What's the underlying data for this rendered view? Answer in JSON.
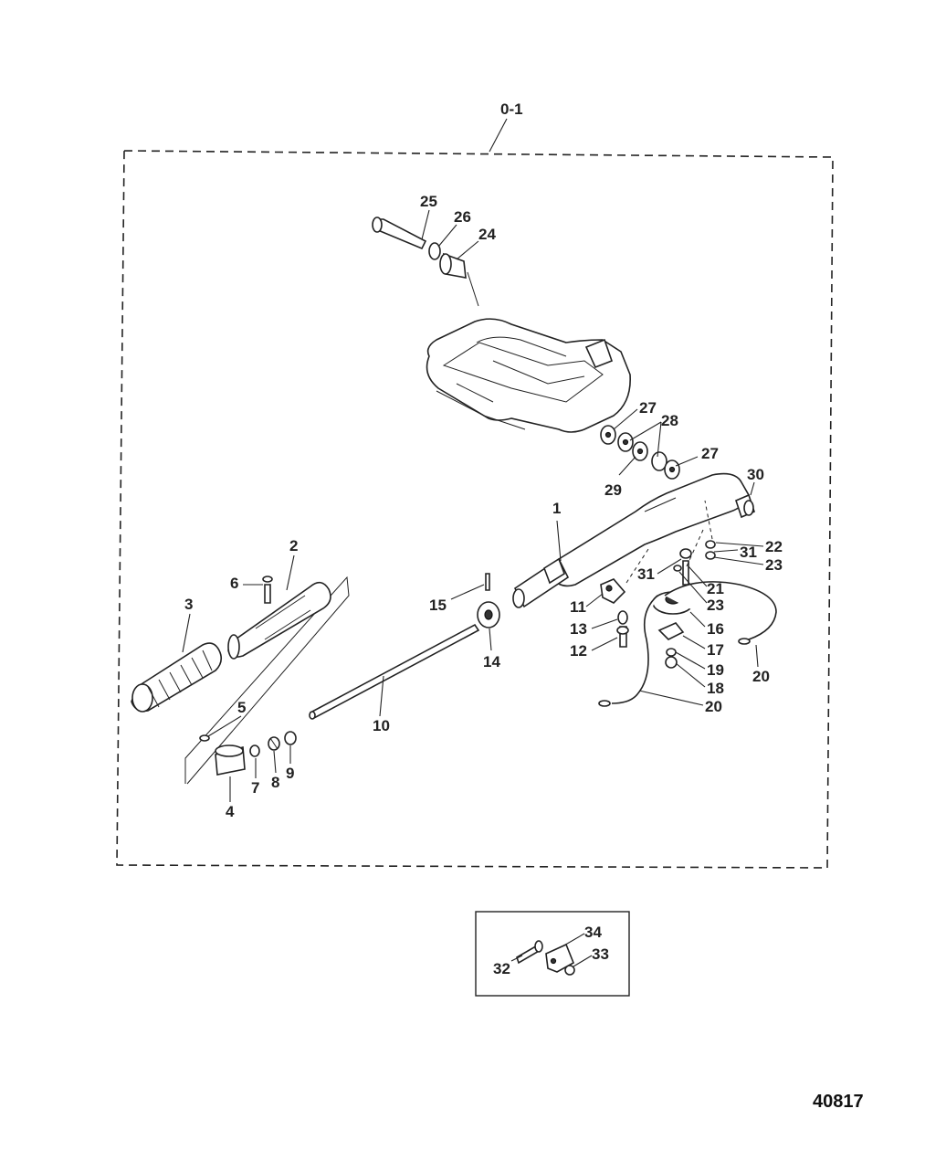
{
  "assembly_label": "0-1",
  "figure_number": "40817",
  "callouts": {
    "c1": "1",
    "c2": "2",
    "c3": "3",
    "c4": "4",
    "c5": "5",
    "c6": "6",
    "c7": "7",
    "c8": "8",
    "c9": "9",
    "c10": "10",
    "c11": "11",
    "c12": "12",
    "c13": "13",
    "c14": "14",
    "c15": "15",
    "c16": "16",
    "c17": "17",
    "c18": "18",
    "c19": "19",
    "c20a": "20",
    "c20b": "20",
    "c21": "21",
    "c22": "22",
    "c23a": "23",
    "c23b": "23",
    "c24": "24",
    "c25": "25",
    "c26": "26",
    "c27a": "27",
    "c27b": "27",
    "c28": "28",
    "c29": "29",
    "c30": "30",
    "c31a": "31",
    "c31b": "31",
    "c32": "32",
    "c33": "33",
    "c34": "34"
  }
}
